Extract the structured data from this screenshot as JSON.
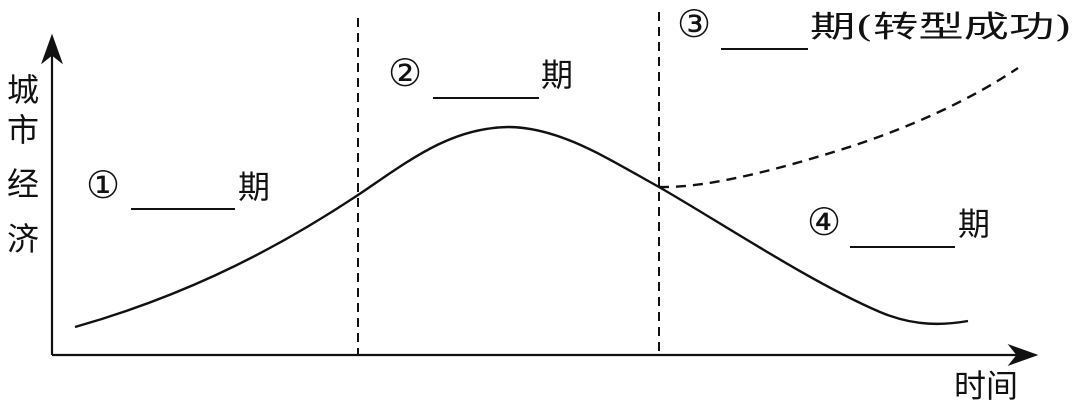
{
  "axes": {
    "y_label_chars": [
      "城",
      "市",
      "经",
      "济"
    ],
    "x_label": "时间"
  },
  "stages": [
    {
      "marker": "①",
      "suffix": "期"
    },
    {
      "marker": "②",
      "suffix": "期"
    },
    {
      "marker": "③",
      "suffix": "期(转型成功)"
    },
    {
      "marker": "④",
      "suffix": "期"
    }
  ],
  "colors": {
    "ink": "#111111",
    "background": "#ffffff"
  }
}
